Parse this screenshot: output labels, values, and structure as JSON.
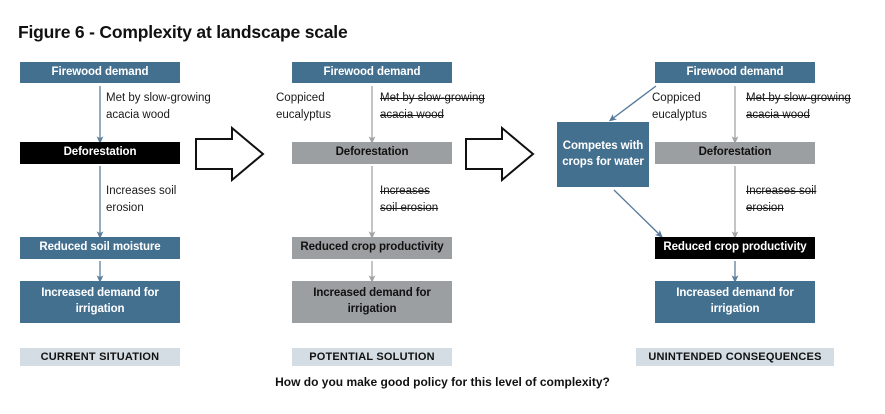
{
  "figure": {
    "title": "Figure 6 - Complexity at landscape scale",
    "caption_question": "How do you make good policy for this level of complexity?"
  },
  "palette": {
    "blue": "#44708f",
    "black": "#000000",
    "gray": "#9b9fa1",
    "chip_blue_light": "#d4dde4",
    "arrow_blue": "#5b7f9c",
    "arrow_gray": "#a0a4a6",
    "text_dark": "#1a1a1a",
    "text_light": "#ffffff",
    "background": "#ffffff"
  },
  "columns": [
    {
      "id": "current-situation",
      "stage_label": "CURRENT SITUATION",
      "nodes": [
        {
          "id": "firewood-demand",
          "label": "Firewood demand",
          "style": "blue"
        },
        {
          "id": "deforestation",
          "label": "Deforestation",
          "style": "black"
        },
        {
          "id": "reduced-soil-moisture",
          "label": "Reduced soil moisture",
          "style": "blue"
        },
        {
          "id": "increased-demand-irrigation",
          "label": "Increased demand for irrigation",
          "style": "blue"
        }
      ],
      "edge_labels": [
        {
          "id": "met-by-acacia",
          "text": "Met by slow-growing\nacacia wood",
          "struck": false
        },
        {
          "id": "increases-soil-erosion",
          "text": "Increases soil\nerosion",
          "struck": false
        }
      ]
    },
    {
      "id": "potential-solution",
      "stage_label": "POTENTIAL SOLUTION",
      "nodes": [
        {
          "id": "firewood-demand",
          "label": "Firewood demand",
          "style": "blue"
        },
        {
          "id": "deforestation",
          "label": "Deforestation",
          "style": "gray"
        },
        {
          "id": "reduced-crop-productivity",
          "label": "Reduced crop productivity",
          "style": "gray"
        },
        {
          "id": "increased-demand-irrigation",
          "label": "Increased demand for irrigation",
          "style": "graydk"
        }
      ],
      "edge_labels": [
        {
          "id": "coppiced-eucalyptus",
          "text": "Coppiced\neucalyptus",
          "struck": false
        },
        {
          "id": "met-by-acacia",
          "text": "Met by slow-growing\nacacia wood",
          "struck": true
        },
        {
          "id": "increases-soil-erosion",
          "text": "Increases\nsoil erosion",
          "struck": true
        }
      ]
    },
    {
      "id": "unintended-consequences",
      "stage_label": "UNINTENDED CONSEQUENCES",
      "nodes": [
        {
          "id": "firewood-demand",
          "label": "Firewood demand",
          "style": "blue"
        },
        {
          "id": "competes-with-crops",
          "label": "Competes with crops for water",
          "style": "blue"
        },
        {
          "id": "deforestation",
          "label": "Deforestation",
          "style": "gray"
        },
        {
          "id": "reduced-crop-productivity",
          "label": "Reduced crop productivity",
          "style": "black"
        },
        {
          "id": "increased-demand-irrigation",
          "label": "Increased demand for irrigation",
          "style": "blue"
        }
      ],
      "edge_labels": [
        {
          "id": "coppiced-eucalyptus",
          "text": "Coppiced\neucalyptus",
          "struck": false
        },
        {
          "id": "met-by-acacia",
          "text": "Met by slow-growing\nacacia wood",
          "struck": true
        },
        {
          "id": "increases-soil-erosion",
          "text": "Increases soil\nerosion",
          "struck": true
        }
      ]
    }
  ],
  "transitions": [
    {
      "id": "transition-1",
      "from": "current-situation",
      "to": "potential-solution",
      "glyph": "block-arrow-right"
    },
    {
      "id": "transition-2",
      "from": "potential-solution",
      "to": "unintended-consequences",
      "glyph": "block-arrow-right"
    }
  ]
}
